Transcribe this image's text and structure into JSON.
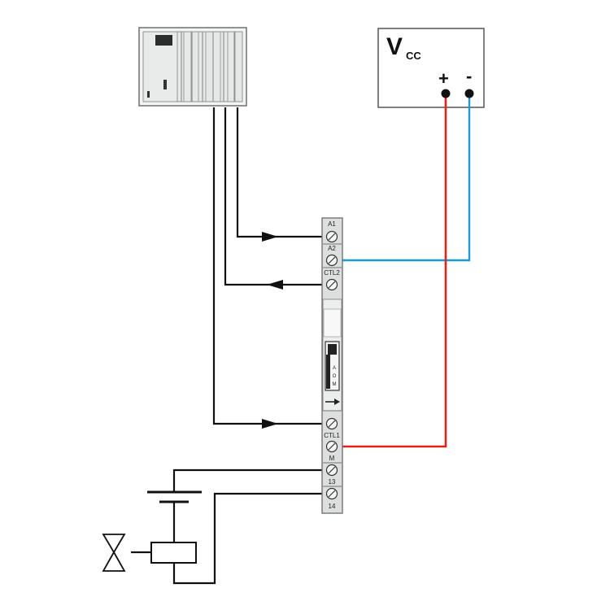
{
  "supply": {
    "label_main": "V",
    "label_sub": "CC",
    "plus": "+",
    "minus": "-"
  },
  "relay": {
    "terminals": [
      "A1",
      "A2",
      "CTL2",
      "CTL1",
      "M",
      "13",
      "14"
    ],
    "switch_labels": [
      "A",
      "O",
      "M"
    ]
  },
  "colors": {
    "positive_wire": "#e2231a",
    "negative_wire": "#1a9ad6",
    "signal_wire": "#111111",
    "plc_panel": "#e4e6e5"
  }
}
